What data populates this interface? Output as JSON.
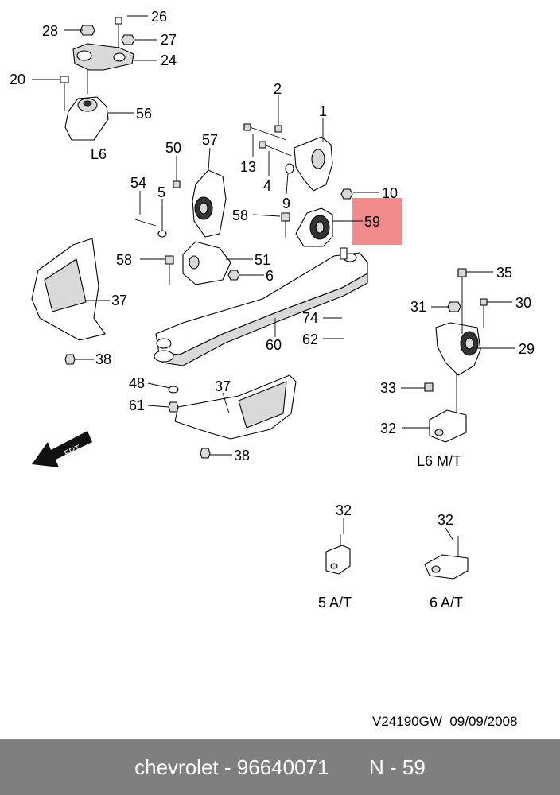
{
  "drawing": {
    "code": "V24190GW",
    "date": "09/09/2008",
    "front_marker": "FRT",
    "highlight_color": "#f28b8b",
    "highlighted_callout": "59"
  },
  "captions": {
    "l6": "L6",
    "l6_mt": "L6 M/T",
    "at5": "5 A/T",
    "at6": "6 A/T"
  },
  "callouts": {
    "c1": "1",
    "c2": "2",
    "c4": "4",
    "c5": "5",
    "c6": "6",
    "c9": "9",
    "c10": "10",
    "c13": "13",
    "c20": "20",
    "c24": "24",
    "c26": "26",
    "c27": "27",
    "c28": "28",
    "c29": "29",
    "c30": "30",
    "c31": "31",
    "c32a": "32",
    "c32b": "32",
    "c32c": "32",
    "c33": "33",
    "c35": "35",
    "c37a": "37",
    "c37b": "37",
    "c38a": "38",
    "c38b": "38",
    "c48": "48",
    "c50": "50",
    "c51": "51",
    "c54": "54",
    "c56": "56",
    "c57": "57",
    "c58a": "58",
    "c58b": "58",
    "c59": "59",
    "c60": "60",
    "c61": "61",
    "c62": "62",
    "c74": "74"
  },
  "footer": {
    "brand": "chevrolet",
    "separator": "-",
    "part_number": "96640071",
    "ref_label": "N - 59"
  }
}
